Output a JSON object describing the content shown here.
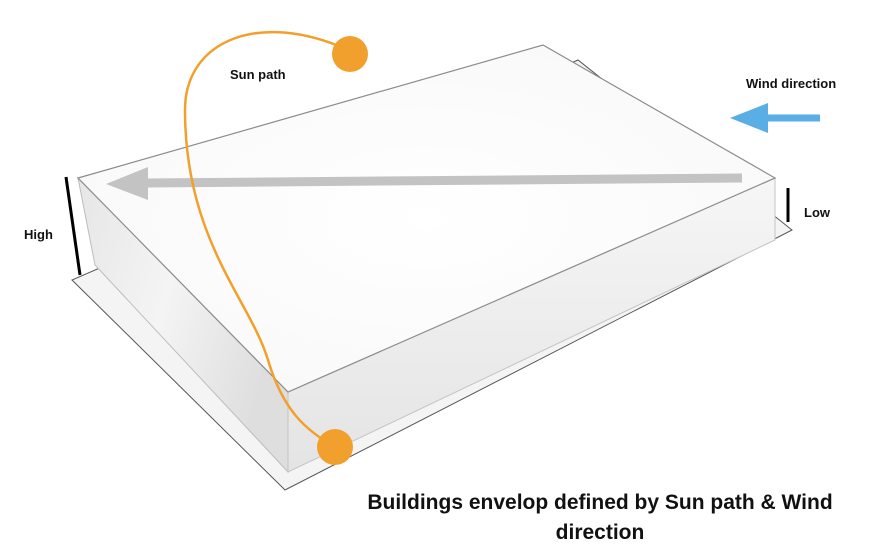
{
  "labels": {
    "sun_path": "Sun path",
    "wind_direction": "Wind direction",
    "high": "High",
    "low": "Low"
  },
  "caption": "Buildings envelop defined by Sun path & Wind direction",
  "colors": {
    "sun": "#F2A02D",
    "wind_arrow": "#5AAEE6",
    "slope_arrow": "#C3C3C3",
    "height_marker": "#000000"
  },
  "icons": [
    "sun-icon",
    "wind-arrow-icon",
    "slope-arrow-icon"
  ]
}
